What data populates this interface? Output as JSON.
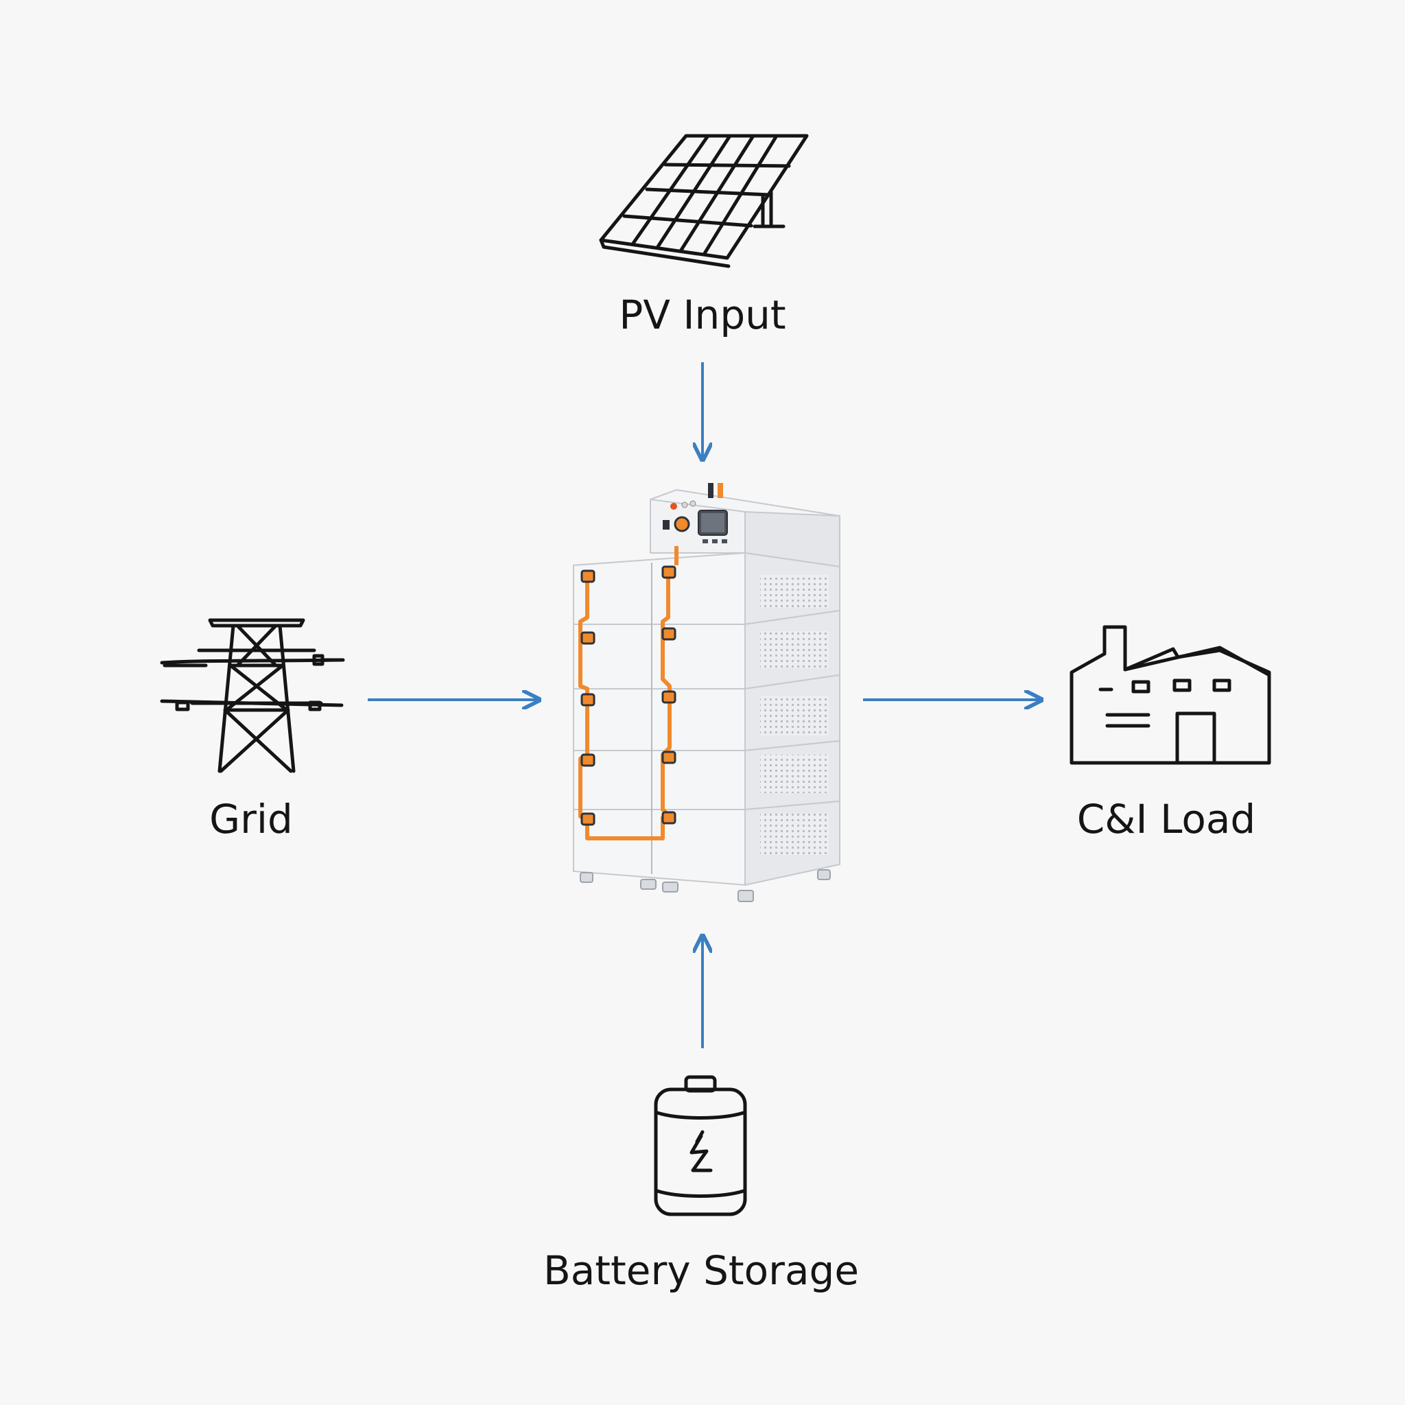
{
  "nodes": {
    "pv": {
      "label": "PV Input",
      "icon": "solar-panel-icon"
    },
    "grid": {
      "label": "Grid",
      "icon": "transmission-tower-icon"
    },
    "load": {
      "label": "C&I Load",
      "icon": "factory-icon"
    },
    "battery": {
      "label": "Battery Storage",
      "icon": "battery-icon"
    },
    "center": {
      "icon": "stacked-energy-storage-cabinet"
    }
  },
  "colors": {
    "background": "#f7f7f7",
    "arrow": "#3a7fc1",
    "icon_stroke": "#151515",
    "cabinet_body": "#e9ebee",
    "cable_accent": "#f08a2c"
  }
}
